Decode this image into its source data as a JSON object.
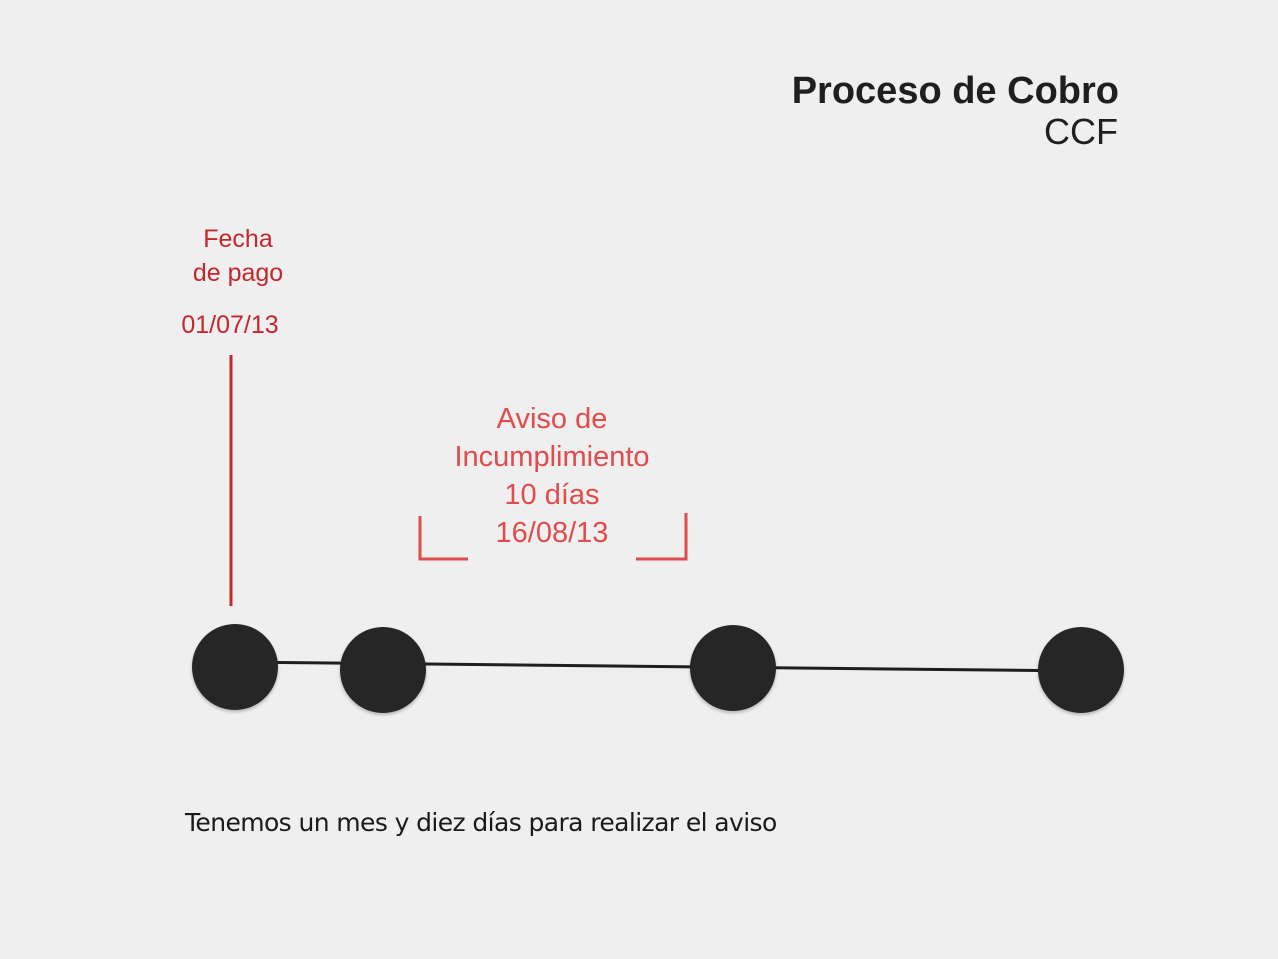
{
  "header": {
    "title": "Proceso de Cobro",
    "subtitle": "CCF"
  },
  "payment_date": {
    "label_line1": "Fecha",
    "label_line2": "de pago",
    "date": "01/07/13"
  },
  "notice": {
    "line1": "Aviso de",
    "line2": "Incumplimiento",
    "line3": "10 días",
    "line4": "16/08/13"
  },
  "timeline": {
    "node_count": 4
  },
  "caption": "Tenemos un mes y diez días para realizar el aviso",
  "colors": {
    "background": "#efefef",
    "accent_dark_red": "#c3272b",
    "accent_red": "#e04b4b",
    "node": "#262626",
    "line": "#1f1f1f"
  }
}
